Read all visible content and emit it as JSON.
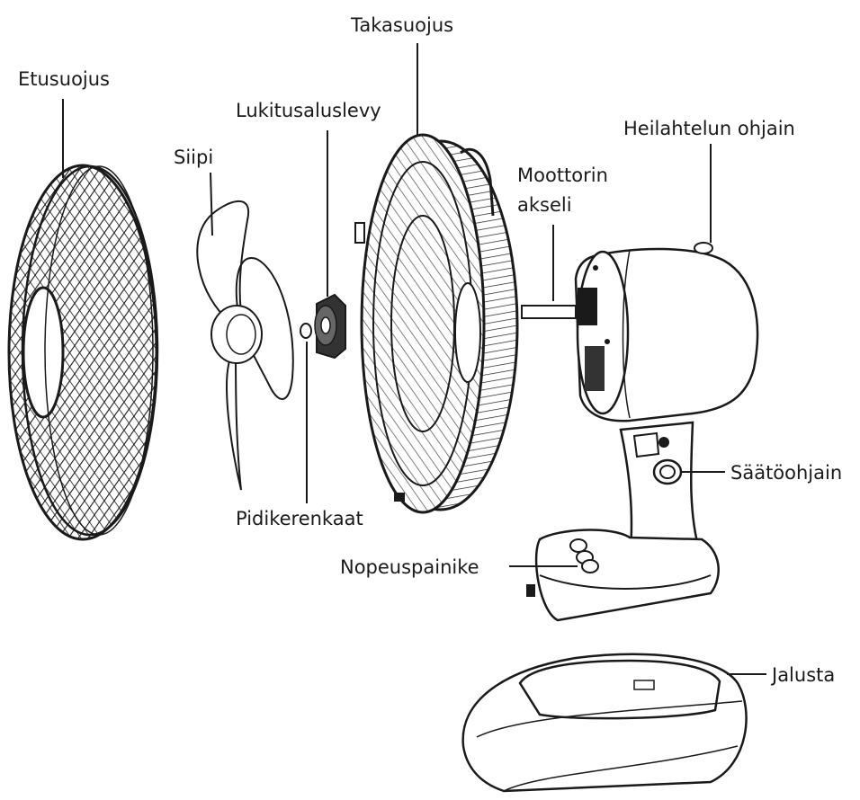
{
  "labels": {
    "front_guard": "Etusuojus",
    "blade": "Siipi",
    "locking_washer": "Lukitusaluslevy",
    "rear_guard": "Takasuojus",
    "oscillation_control": "Heilahtelun ohjain",
    "motor_shaft_line1": "Moottorin",
    "motor_shaft_line2": "akseli",
    "retaining_rings": "Pidikerenkaat",
    "adjustment_knob": "Säätöohjain",
    "speed_button": "Nopeuspainike",
    "stand": "Jalusta"
  },
  "colors": {
    "ink": "#1a1a1a",
    "background": "#ffffff"
  },
  "icons": {
    "front_guard": "front-guard-icon",
    "blade": "fan-blade-icon",
    "rear_guard": "rear-guard-icon",
    "motor": "motor-housing-icon",
    "stand": "stand-base-icon"
  }
}
